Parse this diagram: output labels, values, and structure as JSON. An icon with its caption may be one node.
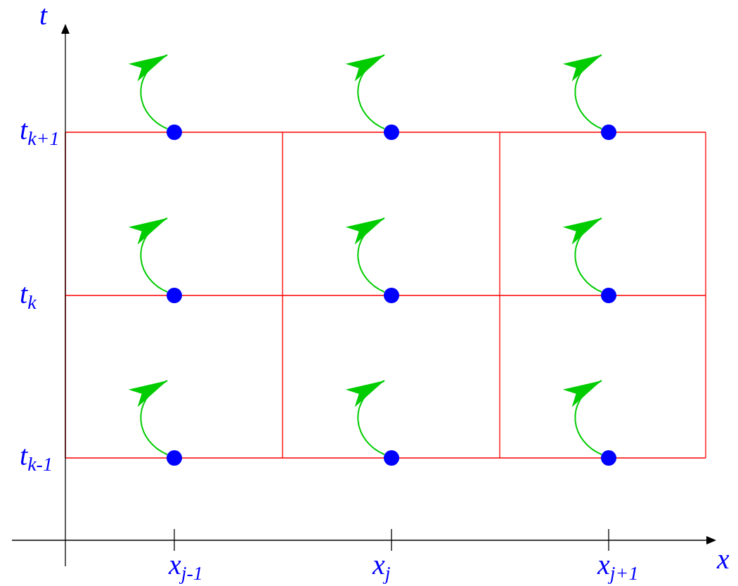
{
  "diagram": {
    "nodes": [
      {
        "text": [],
        "shape": "circle"
      },
      {
        "text": [],
        "shape": "circle"
      },
      {
        "text": [],
        "shape": "circle"
      },
      {
        "text": [],
        "shape": "circle"
      },
      {
        "text": [],
        "shape": "circle"
      },
      {
        "text": [],
        "shape": "circle"
      },
      {
        "text": [],
        "shape": "circle"
      },
      {
        "text": [],
        "shape": "circle"
      },
      {
        "text": [],
        "shape": "circle"
      }
    ],
    "edges": [
      {
        "from": 0,
        "to": null,
        "arrow": "to"
      },
      {
        "from": 1,
        "to": null,
        "arrow": "to"
      },
      {
        "from": 2,
        "to": null,
        "arrow": "to"
      },
      {
        "from": 3,
        "to": null,
        "arrow": "to"
      },
      {
        "from": 4,
        "to": null,
        "arrow": "to"
      },
      {
        "from": 5,
        "to": null,
        "arrow": "to"
      },
      {
        "from": 6,
        "to": null,
        "arrow": "to"
      },
      {
        "from": 7,
        "to": null,
        "arrow": "to"
      },
      {
        "from": 8,
        "to": null,
        "arrow": "to"
      }
    ],
    "labels": [
      "t",
      "t$_{k+1}$",
      "t$_{k}$",
      "t$_{k-1}$",
      "x$_{j-1}$",
      "x$_{j}$",
      "x$_{j+1}$",
      "x"
    ]
  }
}
